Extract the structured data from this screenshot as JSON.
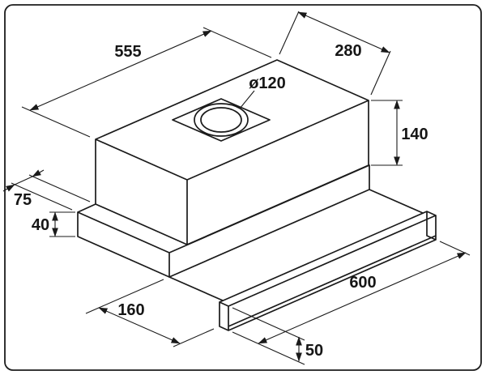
{
  "figure": {
    "kind": "technical dimension drawing",
    "subject": "telescopic cooker hood, isometric view",
    "units": "mm",
    "ink_color": "#1a1a1a",
    "background_color": "#ffffff"
  },
  "dimensions": {
    "body_width": {
      "label": "555",
      "value": 555
    },
    "body_depth": {
      "label": "280",
      "value": 280
    },
    "duct_diameter": {
      "label": "ø120",
      "value": 120
    },
    "body_height": {
      "label": "140",
      "value": 140
    },
    "side_ledge": {
      "label": "75",
      "value": 75
    },
    "lower_section_height": {
      "label": "40",
      "value": 40
    },
    "pullout_extension": {
      "label": "160",
      "value": 160
    },
    "front_panel_width": {
      "label": "600",
      "value": 600
    },
    "front_panel_height": {
      "label": "50",
      "value": 50
    }
  }
}
